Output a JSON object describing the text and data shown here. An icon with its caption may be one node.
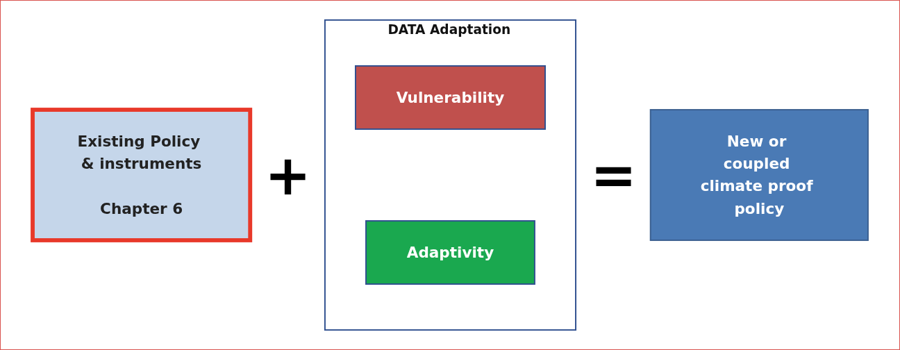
{
  "diagram": {
    "nodes": [
      {
        "text": [
          "Existing Policy & instruments",
          "Chapter 6"
        ]
      },
      {
        "text": [
          "DATA Adaptation"
        ]
      },
      {
        "text": [
          "Vulnerability"
        ],
        "in": 1
      },
      {
        "text": [
          "Adaptivity"
        ],
        "in": 1
      },
      {
        "text": [
          "New or coupled climate proof policy"
        ]
      }
    ],
    "edges": [],
    "labels": [
      "+",
      "="
    ]
  }
}
